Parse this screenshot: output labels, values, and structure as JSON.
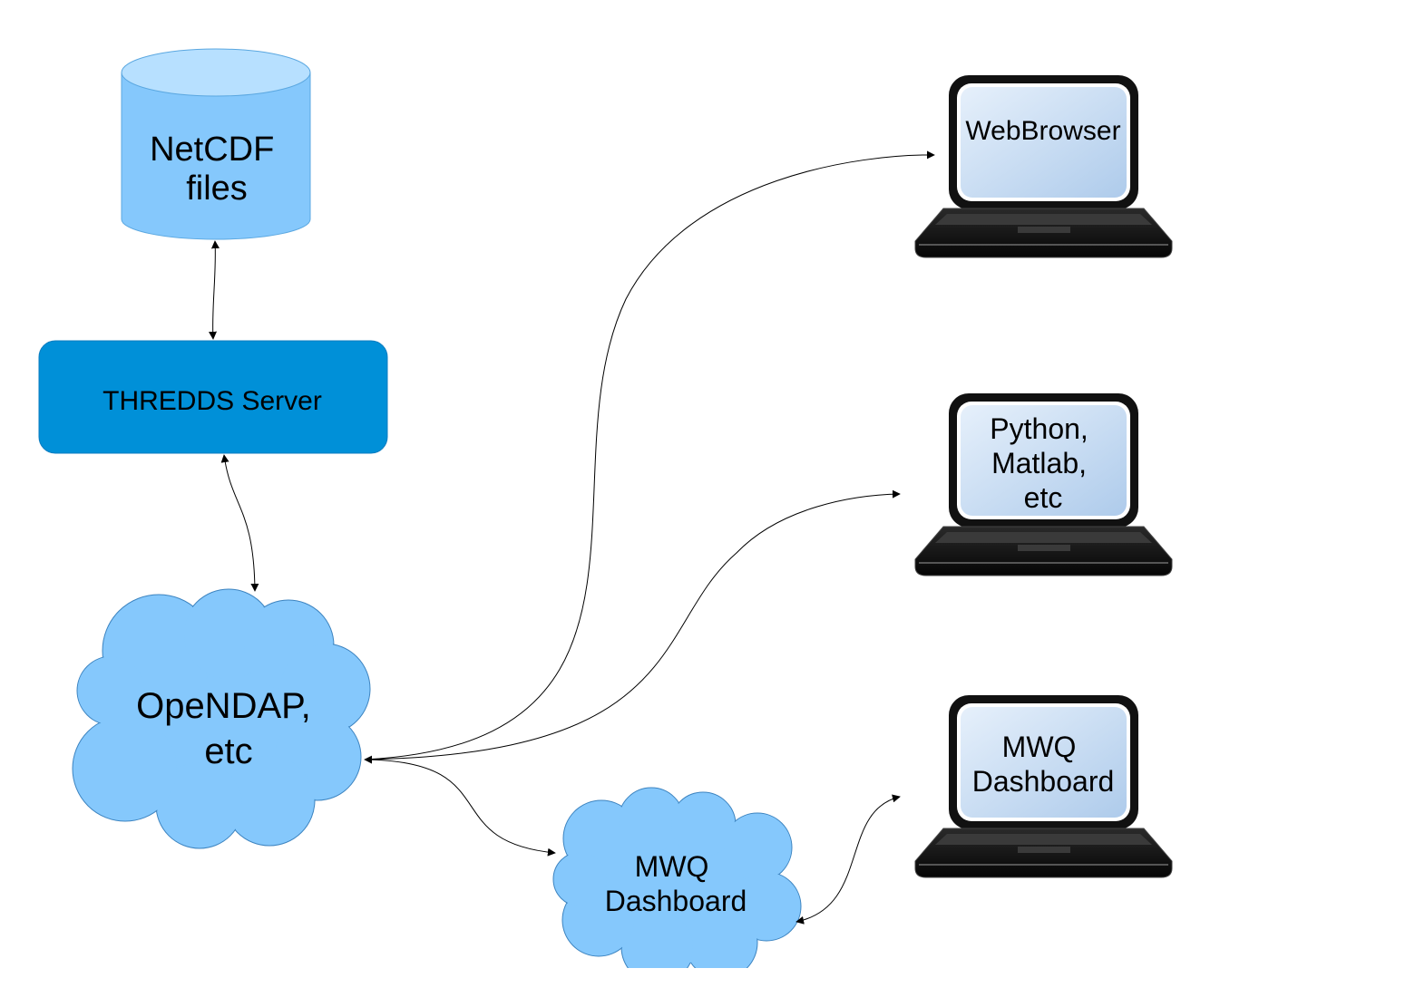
{
  "nodes": {
    "netcdf": {
      "lines": [
        "NetCDF",
        "files"
      ]
    },
    "thredds": {
      "label": "THREDDS Server"
    },
    "opendap": {
      "lines": [
        "OpeNDAP,",
        "etc"
      ]
    },
    "mwq_cloud": {
      "lines": [
        "MWQ",
        "Dashboard"
      ]
    },
    "laptop_web": {
      "lines": [
        "WebBrowser"
      ]
    },
    "laptop_python": {
      "lines": [
        "Python,",
        "Matlab,",
        "etc"
      ]
    },
    "laptop_mwq": {
      "lines": [
        "MWQ",
        "Dashboard"
      ]
    }
  },
  "colors": {
    "cylinder_fill": "#85c8fc",
    "cylinder_top": "#b7e0ff",
    "server_fill": "#0090d8",
    "cloud_fill": "#85c8fc",
    "laptop_body": "#111111",
    "screen_fill": "#c6dcf2",
    "arrow": "#000000"
  },
  "icons": [
    "database-cylinder-icon",
    "server-box-icon",
    "cloud-icon",
    "laptop-icon"
  ]
}
